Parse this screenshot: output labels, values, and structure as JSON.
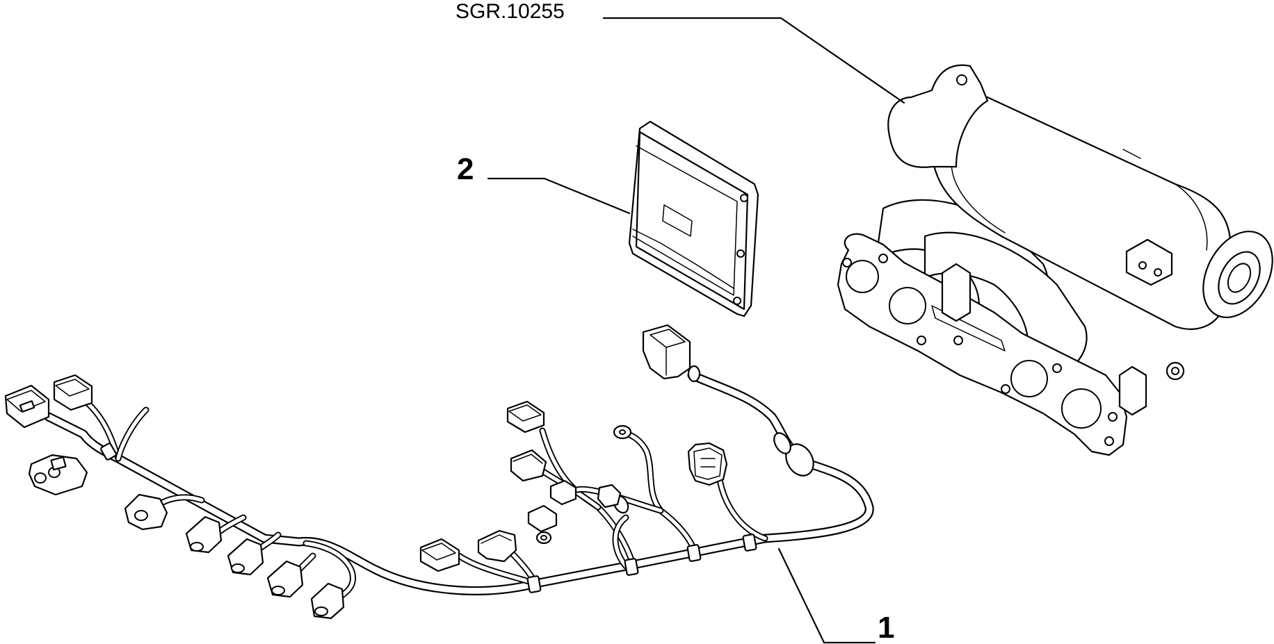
{
  "diagram": {
    "reference_code": "SGR.10255",
    "callouts": [
      {
        "number": "1",
        "part": "wiring-harness"
      },
      {
        "number": "2",
        "part": "engine-control-unit"
      }
    ]
  }
}
